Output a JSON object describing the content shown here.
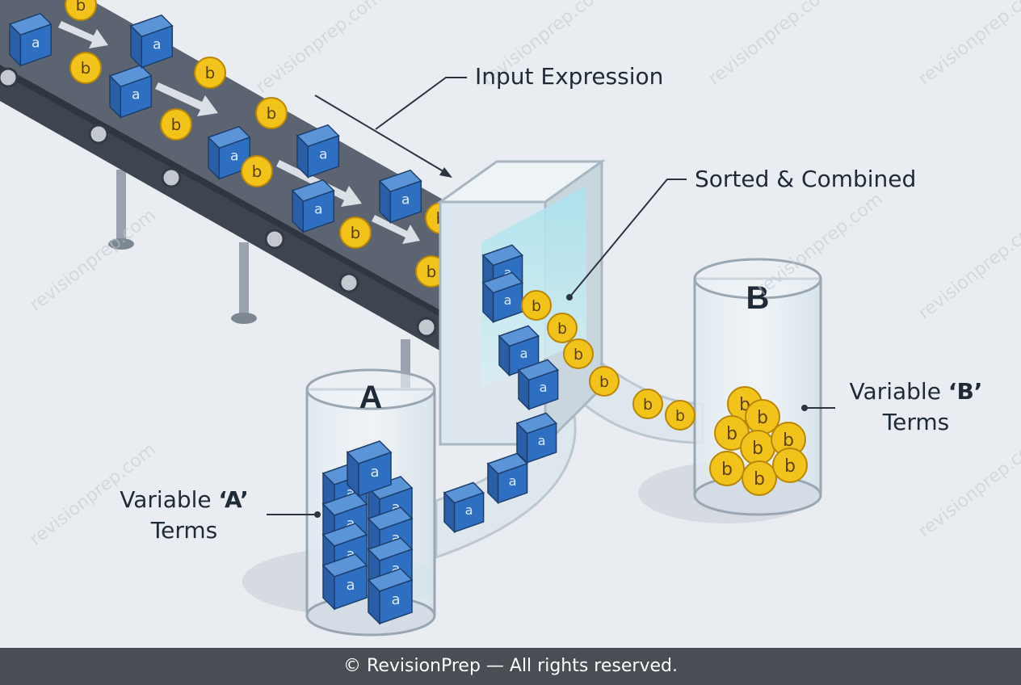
{
  "labels": {
    "input": "Input Expression",
    "sorted": "Sorted & Combined",
    "var_a_prefix": "Variable ",
    "var_a_name": "‘A’",
    "var_a_line2": "Terms",
    "var_b_prefix": "Variable ",
    "var_b_name": "‘B’",
    "var_b_line2": "Terms"
  },
  "containers": {
    "a_letter": "A",
    "b_letter": "B"
  },
  "tokens": {
    "cube_letter": "a",
    "coin_letter": "b"
  },
  "watermark": "revisionprep.com",
  "footer": "© RevisionPrep — All rights reserved.",
  "colors": {
    "background": "#e9ecf0",
    "belt": "#4b5563",
    "cube": "#2f6fc1",
    "coin": "#f2c31b",
    "glass": "#cfe6ef",
    "footer_bar": "#4a4d53"
  }
}
